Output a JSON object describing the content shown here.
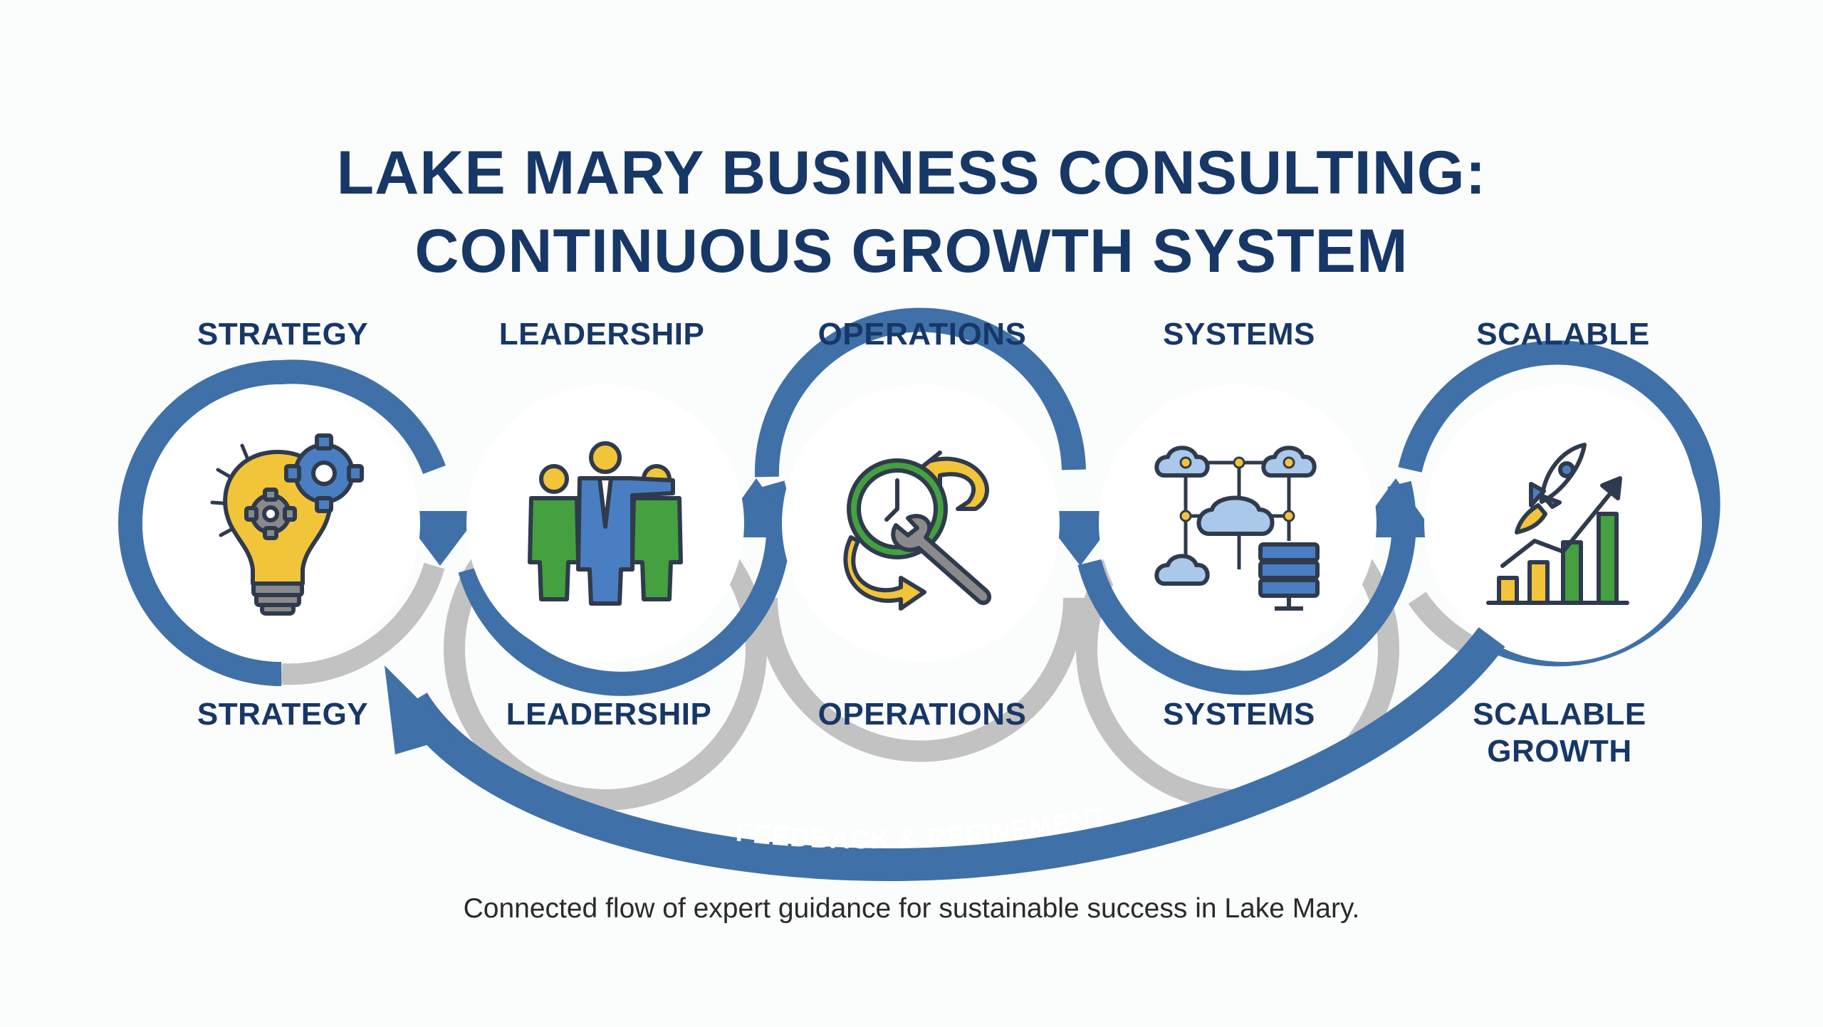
{
  "title": {
    "line1": "LAKE MARY BUSINESS CONSULTING:",
    "line2": "CONTINUOUS GROWTH SYSTEM"
  },
  "stages": [
    {
      "top": "STRATEGY",
      "bottom": "STRATEGY",
      "icon": "lightbulb-gears-icon"
    },
    {
      "top": "LEADERSHIP",
      "bottom": "LEADERSHIP",
      "icon": "team-leader-icon"
    },
    {
      "top": "OPERATIONS",
      "bottom": "OPERATIONS",
      "icon": "clock-wrench-icon"
    },
    {
      "top": "SYSTEMS",
      "bottom": "SYSTEMS",
      "icon": "cloud-network-server-icon"
    },
    {
      "top": "SCALABLE",
      "bottom": "SCALABLE\nGROWTH",
      "icon": "rocket-chart-icon"
    }
  ],
  "feedback_label": "FEEDBACK & REFINEMENT",
  "caption": "Connected flow of expert guidance for sustainable success in Lake Mary.",
  "colors": {
    "primary_blue": "#3f70a8",
    "navy_text": "#173766",
    "gray_arc": "#c2c2c2",
    "gold": "#f2c43a",
    "green": "#45a040",
    "steel_blue": "#4a7ec2"
  }
}
